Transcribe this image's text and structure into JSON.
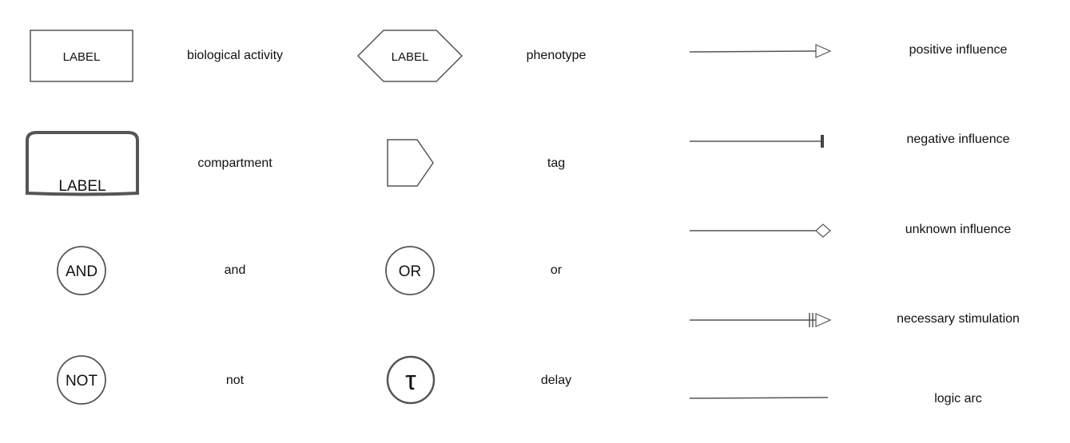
{
  "legend": {
    "biological_activity": {
      "shape_text": "LABEL",
      "caption": "biological activity"
    },
    "phenotype": {
      "shape_text": "LABEL",
      "caption": "phenotype"
    },
    "compartment": {
      "shape_text": "LABEL",
      "caption": "compartment"
    },
    "tag": {
      "caption": "tag"
    },
    "and": {
      "shape_text": "AND",
      "caption": "and"
    },
    "or": {
      "shape_text": "OR",
      "caption": "or"
    },
    "not": {
      "shape_text": "NOT",
      "caption": "not"
    },
    "delay": {
      "shape_text": "τ",
      "caption": "delay"
    }
  },
  "arcs": {
    "positive_influence": {
      "caption": "positive influence"
    },
    "negative_influence": {
      "caption": "negative influence"
    },
    "unknown_influence": {
      "caption": "unknown influence"
    },
    "necessary_stimulation": {
      "caption": "necessary stimulation"
    },
    "logic_arc": {
      "caption": "logic arc"
    }
  },
  "colors": {
    "stroke": "#555555",
    "text": "#111111",
    "background": "#ffffff"
  }
}
